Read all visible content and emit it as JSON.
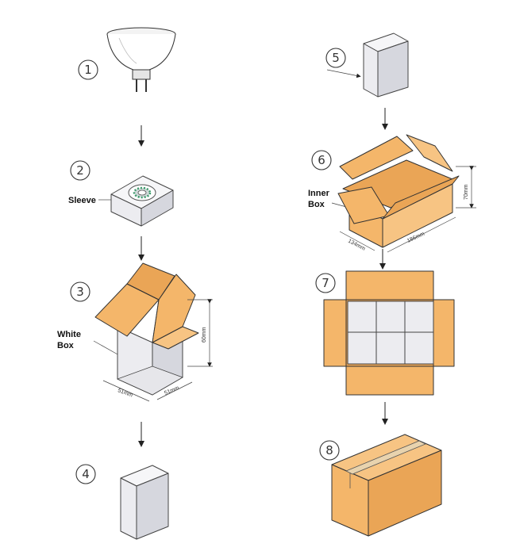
{
  "steps": [
    {
      "number": "1"
    },
    {
      "number": "2",
      "label": "Sleeve"
    },
    {
      "number": "3",
      "label_line1": "White",
      "label_line2": "Box",
      "dim_height": "60mm",
      "dim_width1": "51mm",
      "dim_width2": "51mm"
    },
    {
      "number": "4"
    },
    {
      "number": "5"
    },
    {
      "number": "6",
      "label_line1": "Inner",
      "label_line2": "Box",
      "dim_height": "70mm",
      "dim_width": "134mm",
      "dim_length": "186mm"
    },
    {
      "number": "7"
    },
    {
      "number": "8"
    }
  ],
  "colors": {
    "cardboard": "#f4b66a",
    "white_box": "#ececf0",
    "arrow": "#222222"
  },
  "icons": [
    "lamp-bulb-icon",
    "sleeve-box-icon",
    "down-arrow-icon"
  ]
}
